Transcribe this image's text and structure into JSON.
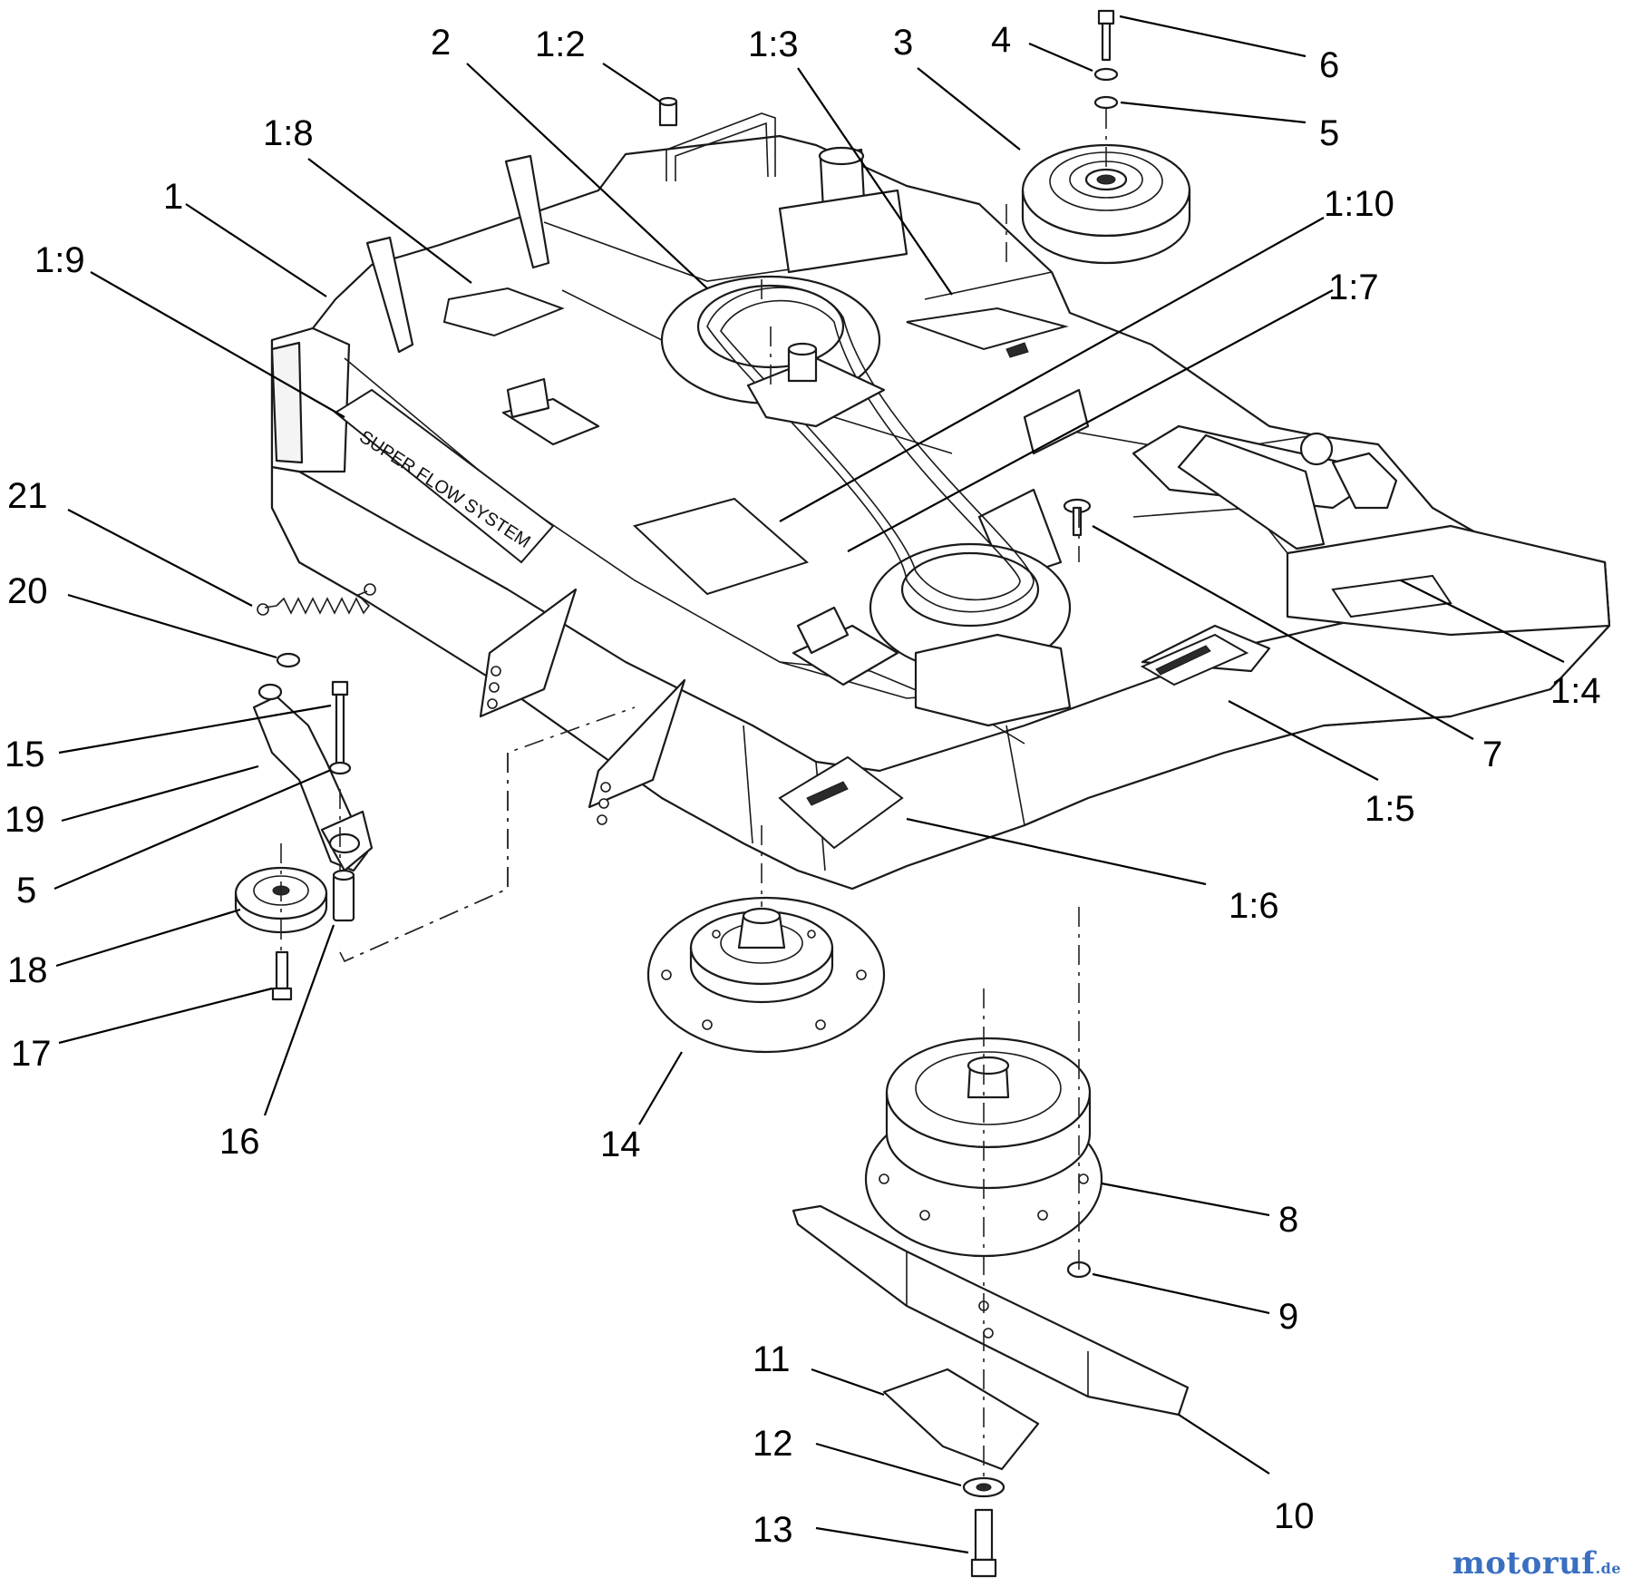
{
  "callouts": [
    {
      "id": "c1",
      "label": "1"
    },
    {
      "id": "c2",
      "label": "2"
    },
    {
      "id": "c3",
      "label": "3"
    },
    {
      "id": "c4",
      "label": "4"
    },
    {
      "id": "c5a",
      "label": "5"
    },
    {
      "id": "c5b",
      "label": "5"
    },
    {
      "id": "c6",
      "label": "6"
    },
    {
      "id": "c7",
      "label": "7"
    },
    {
      "id": "c8",
      "label": "8"
    },
    {
      "id": "c9",
      "label": "9"
    },
    {
      "id": "c10",
      "label": "10"
    },
    {
      "id": "c11",
      "label": "11"
    },
    {
      "id": "c12",
      "label": "12"
    },
    {
      "id": "c13",
      "label": "13"
    },
    {
      "id": "c14",
      "label": "14"
    },
    {
      "id": "c15",
      "label": "15"
    },
    {
      "id": "c16",
      "label": "16"
    },
    {
      "id": "c17",
      "label": "17"
    },
    {
      "id": "c18",
      "label": "18"
    },
    {
      "id": "c19",
      "label": "19"
    },
    {
      "id": "c20",
      "label": "20"
    },
    {
      "id": "c21",
      "label": "21"
    },
    {
      "id": "c1_2",
      "label": "1:2"
    },
    {
      "id": "c1_3",
      "label": "1:3"
    },
    {
      "id": "c1_4",
      "label": "1:4"
    },
    {
      "id": "c1_5",
      "label": "1:5"
    },
    {
      "id": "c1_6",
      "label": "1:6"
    },
    {
      "id": "c1_7",
      "label": "1:7"
    },
    {
      "id": "c1_8",
      "label": "1:8"
    },
    {
      "id": "c1_9",
      "label": "1:9"
    },
    {
      "id": "c1_10",
      "label": "1:10"
    }
  ],
  "decal_text": "SUPER FLOW SYSTEM",
  "watermark": {
    "name": "motoruf",
    "suffix": ".de"
  }
}
